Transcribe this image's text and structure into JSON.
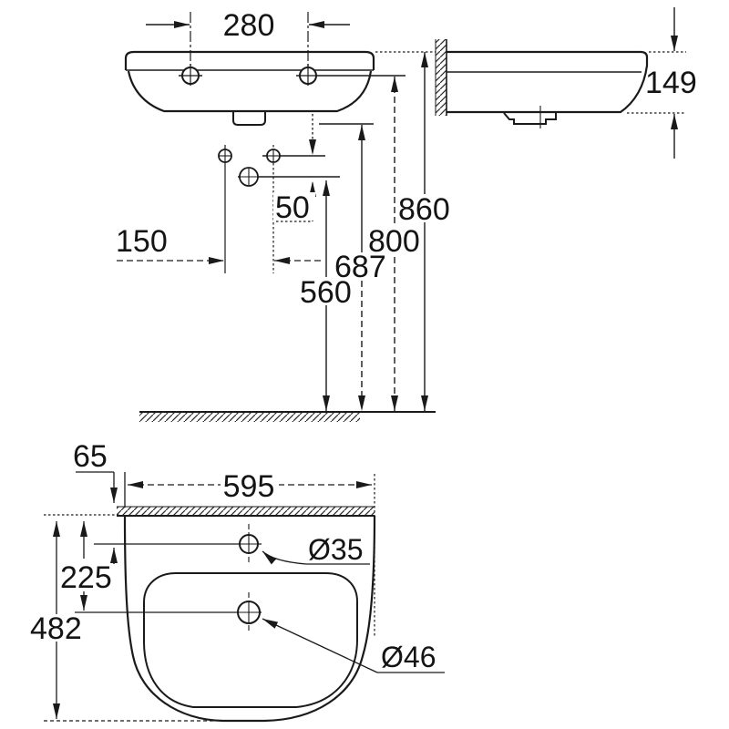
{
  "title": "wall-hung washbasin dimensional drawing",
  "colors": {
    "line": "#1a1a1a",
    "background": "#ffffff"
  },
  "front_view": {
    "tap_hole_spacing": "280"
  },
  "side_view": {
    "basin_height": "149"
  },
  "elevation": {
    "rim_height_from_floor": "860",
    "tap_hole_height_from_floor": "800",
    "basin_underside_height_from_floor": "687",
    "drain_outlet_height_from_floor": "560",
    "fixing_hole_spacing": "150",
    "fixing_to_drain_offset": "50"
  },
  "plan_view": {
    "tap_hole_from_wall": "65",
    "overall_width": "595",
    "drain_from_wall": "225",
    "overall_depth": "482",
    "tap_hole_diameter": "Ø35",
    "drain_hole_diameter": "Ø46"
  }
}
